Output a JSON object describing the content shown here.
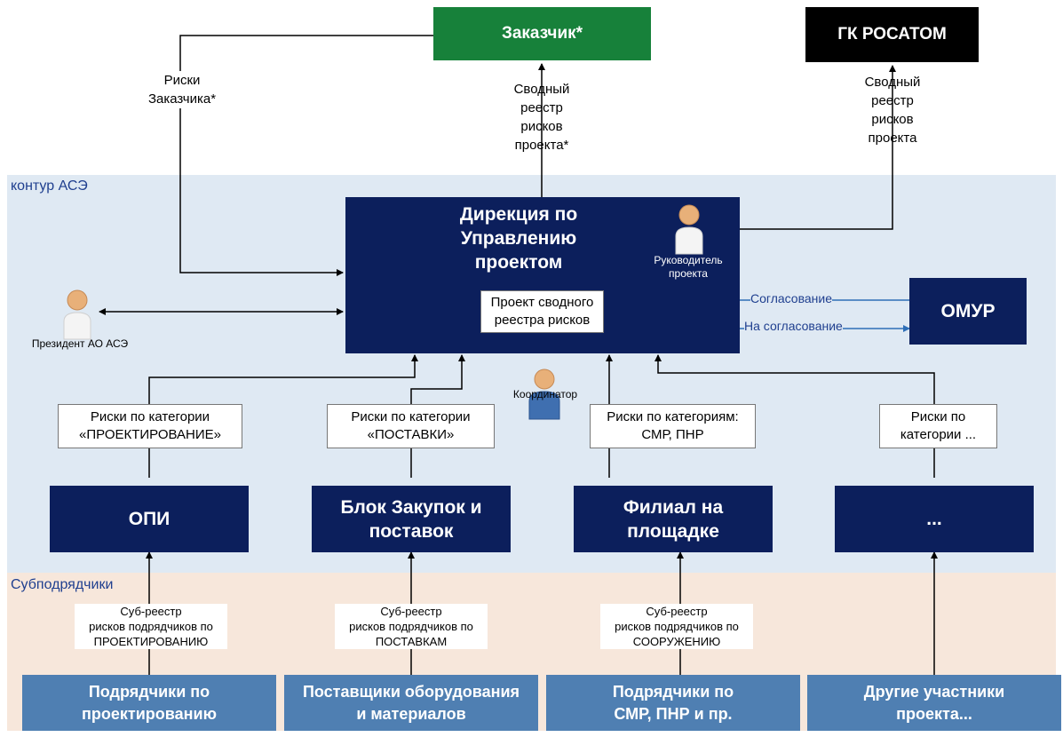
{
  "zones": {
    "ase": "контур АСЭ",
    "sub": "Субподрядчики"
  },
  "top": {
    "customer": "Заказчик*",
    "rosatom": "ГК РОСАТОМ",
    "customer_risks": [
      "Риски",
      "Заказчика*"
    ],
    "summary_to_customer": [
      "Сводный",
      "реестр",
      "рисков",
      "проекта*"
    ],
    "summary_to_rosatom": [
      "Сводный",
      "реестр",
      "рисков",
      "проекта"
    ]
  },
  "directorate": {
    "title": [
      "Дирекция по",
      "Управлению",
      "проектом"
    ],
    "manager": [
      "Руководитель",
      "проекта"
    ],
    "draft": [
      "Проект сводного",
      "реестра рисков"
    ]
  },
  "omur": {
    "label": "ОМУР",
    "approval": "Согласование",
    "to_approval": "На согласование"
  },
  "people": {
    "president": "Президент АО АСЭ",
    "coordinator": "Координатор"
  },
  "categories": [
    [
      "Риски по категории",
      "«ПРОЕКТИРОВАНИЕ»"
    ],
    [
      "Риски по категории",
      "«ПОСТАВКИ»"
    ],
    [
      "Риски по категориям:",
      "СМР, ПНР"
    ],
    [
      "Риски по",
      "категории ..."
    ]
  ],
  "units": [
    [
      "ОПИ"
    ],
    [
      "Блок Закупок и",
      "поставок"
    ],
    [
      "Филиал на",
      "площадке"
    ],
    [
      "..."
    ]
  ],
  "subregisters": [
    [
      "Суб-реестр",
      "рисков подрядчиков по",
      "ПРОЕКТИРОВАНИЮ"
    ],
    [
      "Суб-реестр",
      "рисков подрядчиков по",
      "ПОСТАВКАМ"
    ],
    [
      "Суб-реестр",
      "рисков подрядчиков по",
      "СООРУЖЕНИЮ"
    ]
  ],
  "contractors": [
    [
      "Подрядчики по",
      "проектированию"
    ],
    [
      "Поставщики оборудования",
      "и материалов"
    ],
    [
      "Подрядчики по",
      "СМР, ПНР и пр."
    ],
    [
      "Другие участники",
      "проекта..."
    ]
  ],
  "colors": {
    "dark": "#0c1f5c",
    "green": "#17813a",
    "black": "#000000",
    "steel": "#4f7fb2",
    "zone_ase": "#dfe9f3",
    "zone_sub": "#f7e7db",
    "omur_line": "#2e6fb8"
  },
  "icons": [
    "person-icon"
  ]
}
